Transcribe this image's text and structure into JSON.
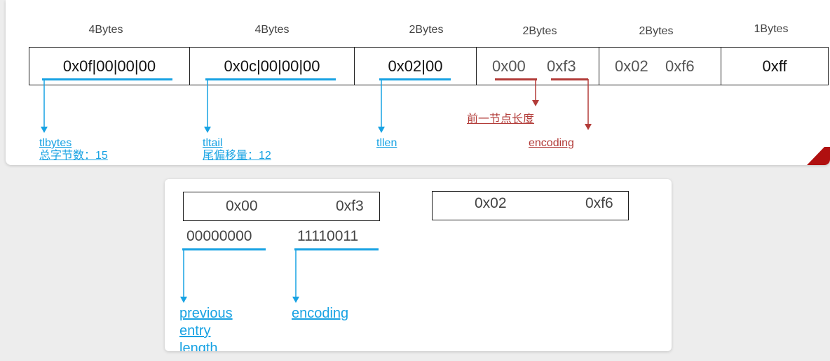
{
  "top": {
    "headers": [
      "4Bytes",
      "4Bytes",
      "2Bytes",
      "2Bytes",
      "2Bytes",
      "1Bytes"
    ],
    "cells": [
      {
        "text": "0x0f|00|00|00"
      },
      {
        "text": "0x0c|00|00|00"
      },
      {
        "text": "0x02|00"
      },
      {
        "a": "0x00",
        "b": "0xf3"
      },
      {
        "a": "0x02",
        "b": "0xf6"
      },
      {
        "text": "0xff"
      }
    ],
    "labels": {
      "tlbytes": "tlbytes",
      "tlbytes_desc": "总字节数：15",
      "tltail": "tltail",
      "tltail_desc": "尾偏移量：12",
      "tllen": "tllen",
      "prev_len": "前一节点长度",
      "encoding": "encoding"
    },
    "colors": {
      "blue": "#17a2e3",
      "red": "#b23b38"
    }
  },
  "bottom": {
    "box1": {
      "a": "0x00",
      "b": "0xf3"
    },
    "box2": {
      "a": "0x02",
      "b": "0xf6"
    },
    "bits_a": "00000000",
    "bits_b": "11110011",
    "label_prev_1": "previous",
    "label_prev_2": "entry",
    "label_prev_3": "length",
    "label_encoding": "encoding"
  }
}
